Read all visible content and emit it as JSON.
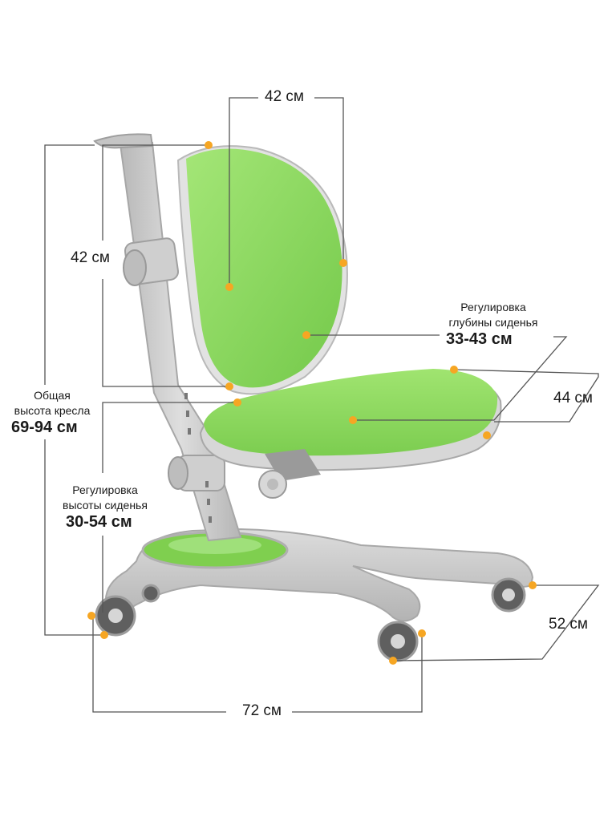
{
  "dimensions": {
    "backrest_width": "42 см",
    "backrest_height": "42 см",
    "seat_depth": "44 см",
    "base_depth": "52 см",
    "base_width": "72 см"
  },
  "total_height": {
    "caption_line1": "Общая",
    "caption_line2": "высота кресла",
    "value": "69-94 см"
  },
  "seat_depth_adjust": {
    "caption_line1": "Регулировка",
    "caption_line2": "глубины сиденья",
    "value": "33-43 см"
  },
  "seat_height_adjust": {
    "caption_line1": "Регулировка",
    "caption_line2": "высоты сиденья",
    "value": "30-54 см"
  },
  "colors": {
    "upholstery": "#8fdc5a",
    "upholstery_shade": "#72c447",
    "frame": "#c9c9c9",
    "frame_dark": "#a9a9a9",
    "marker": "#f6a623",
    "line": "#555555"
  }
}
